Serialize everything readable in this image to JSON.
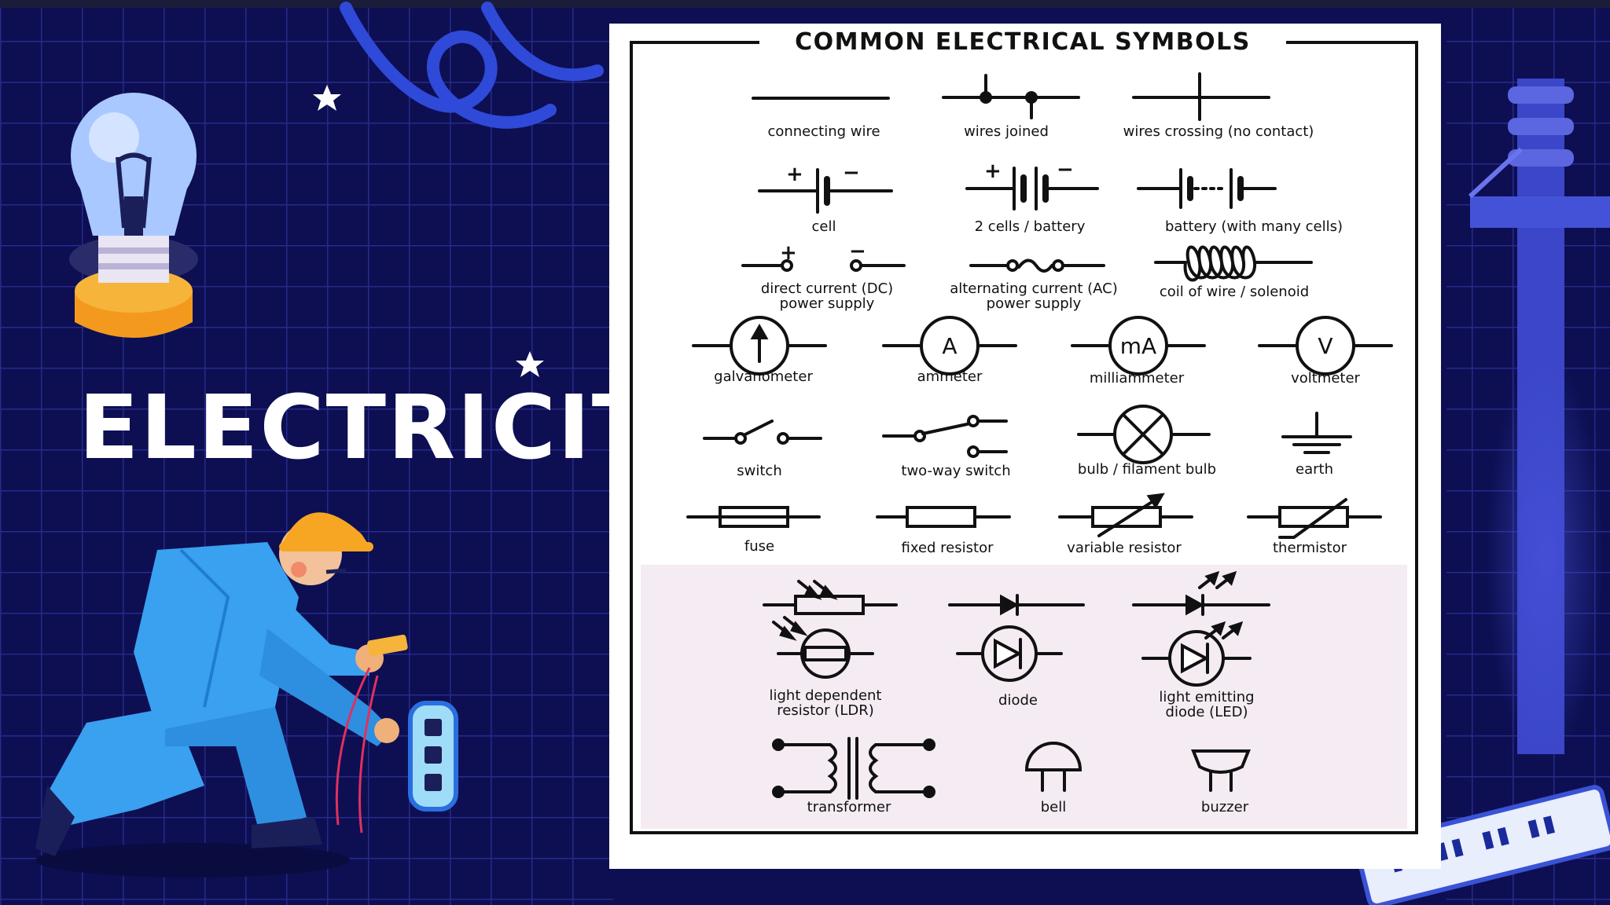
{
  "slide_title": "ELECTRICITY",
  "board": {
    "heading": "COMMON ELECTRICAL SYMBOLS",
    "symbols": [
      {
        "id": "connecting-wire",
        "label": "connecting wire"
      },
      {
        "id": "wires-joined",
        "label": "wires joined"
      },
      {
        "id": "wires-crossing",
        "label": "wires crossing (no contact)"
      },
      {
        "id": "cell",
        "label": "cell"
      },
      {
        "id": "two-cells-battery",
        "label": "2 cells / battery"
      },
      {
        "id": "battery-many-cells",
        "label": "battery (with many cells)"
      },
      {
        "id": "dc-power-supply",
        "label": "direct current (DC)\npower supply"
      },
      {
        "id": "ac-power-supply",
        "label": "alternating current (AC)\npower supply"
      },
      {
        "id": "coil",
        "label": "coil of wire / solenoid"
      },
      {
        "id": "galvanometer",
        "label": "galvanometer"
      },
      {
        "id": "ammeter",
        "label": "ammeter",
        "glyph": "A"
      },
      {
        "id": "milliammeter",
        "label": "milliammeter",
        "glyph": "mA"
      },
      {
        "id": "voltmeter",
        "label": "voltmeter",
        "glyph": "V"
      },
      {
        "id": "switch",
        "label": "switch"
      },
      {
        "id": "two-way-switch",
        "label": "two-way switch"
      },
      {
        "id": "bulb",
        "label": "bulb / filament bulb"
      },
      {
        "id": "earth",
        "label": "earth"
      },
      {
        "id": "fuse",
        "label": "fuse"
      },
      {
        "id": "fixed-resistor",
        "label": "fixed resistor"
      },
      {
        "id": "variable-resistor",
        "label": "variable resistor"
      },
      {
        "id": "thermistor",
        "label": "thermistor"
      },
      {
        "id": "ldr",
        "label": "light dependent\nresistor (LDR)"
      },
      {
        "id": "diode",
        "label": "diode"
      },
      {
        "id": "led",
        "label": "light emitting\ndiode (LED)"
      },
      {
        "id": "transformer",
        "label": "transformer"
      },
      {
        "id": "bell",
        "label": "bell"
      },
      {
        "id": "buzzer",
        "label": "buzzer"
      }
    ],
    "polarity": {
      "plus": "+",
      "minus": "−"
    }
  },
  "colors": {
    "background": "#0d0f52",
    "grid": "#25298a",
    "board": "#ffffff",
    "ink": "#111111",
    "pink_panel": "#f4ecf2",
    "worker_suit": "#3aa0f0",
    "helmet": "#f7a623",
    "lamp_base": "#f39a1e"
  }
}
